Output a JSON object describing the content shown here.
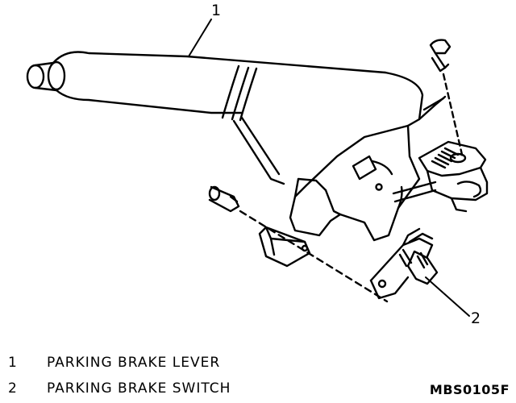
{
  "callouts": {
    "lever": "1",
    "switch": "2"
  },
  "legend": [
    {
      "num": "1",
      "text": "PARKING BRAKE LEVER"
    },
    {
      "num": "2",
      "text": "PARKING BRAKE SWITCH"
    }
  ],
  "figure_code": "MBS0105F"
}
